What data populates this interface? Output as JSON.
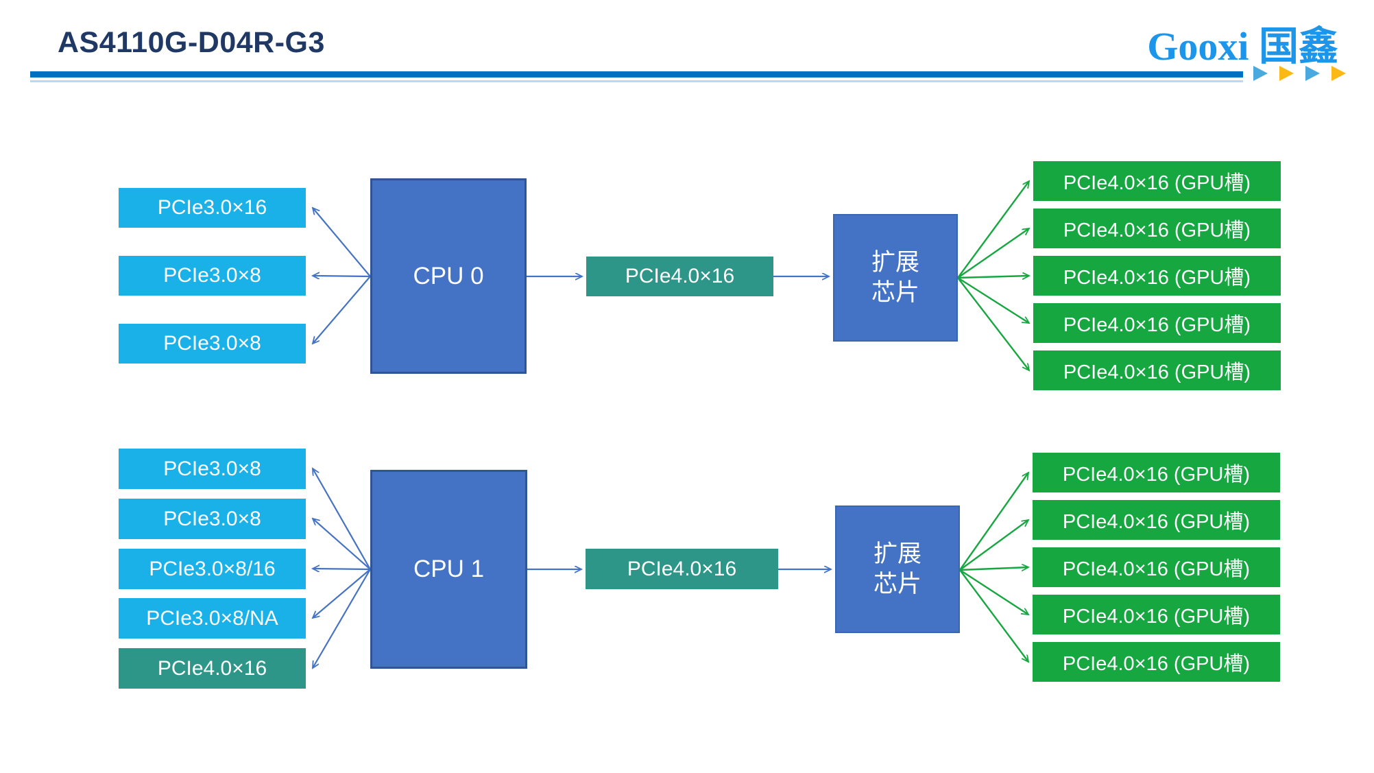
{
  "header": {
    "title": "AS4110G-D04R-G3",
    "logo_latin": "Gooxi",
    "logo_cn": "国鑫"
  },
  "colors": {
    "title_navy": "#1F3864",
    "divider_blue": "#0070C0",
    "divider_light_blue": "#BDD7EE",
    "logo_blue": "#1B96EB",
    "triangle_blue": "#4AA9DE",
    "triangle_orange": "#FDB913",
    "slot_cyan": "#1AB1E9",
    "link_teal": "#2E9688",
    "gpu_green": "#16A741",
    "cpu_blue": "#4472C4",
    "cpu_border": "#2F5597",
    "arrow_blue": "#4472C4",
    "arrow_green": "#16A741"
  },
  "diagram": {
    "upper": {
      "cpu": "CPU 0",
      "slots": [
        "PCIe3.0×16",
        "PCIe3.0×8",
        "PCIe3.0×8"
      ],
      "link": "PCIe4.0×16",
      "chip_line1": "扩展",
      "chip_line2": "芯片",
      "gpu_slots": [
        "PCIe4.0×16 (GPU槽)",
        "PCIe4.0×16 (GPU槽)",
        "PCIe4.0×16 (GPU槽)",
        "PCIe4.0×16 (GPU槽)",
        "PCIe4.0×16 (GPU槽)"
      ]
    },
    "lower": {
      "cpu": "CPU 1",
      "slots": [
        "PCIe3.0×8",
        "PCIe3.0×8",
        "PCIe3.0×8/16",
        "PCIe3.0×8/NA",
        "PCIe4.0×16"
      ],
      "link": "PCIe4.0×16",
      "chip_line1": "扩展",
      "chip_line2": "芯片",
      "gpu_slots": [
        "PCIe4.0×16 (GPU槽)",
        "PCIe4.0×16 (GPU槽)",
        "PCIe4.0×16 (GPU槽)",
        "PCIe4.0×16 (GPU槽)",
        "PCIe4.0×16 (GPU槽)"
      ]
    }
  }
}
